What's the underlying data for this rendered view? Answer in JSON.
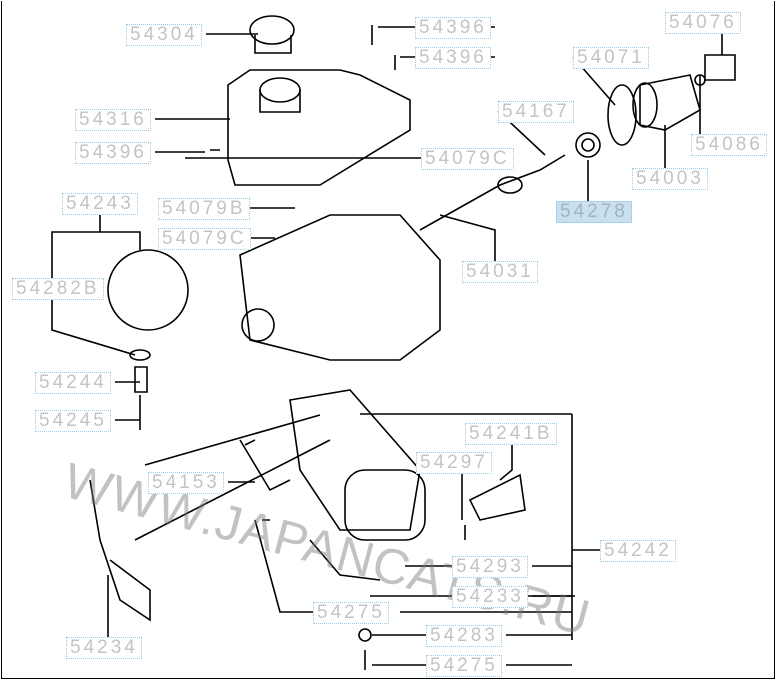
{
  "labels": [
    "54304",
    "54396",
    "54396",
    "54076",
    "54071",
    "54316",
    "54167",
    "54086",
    "54396",
    "54079C",
    "54003",
    "54278",
    "54243",
    "54079B",
    "54079C",
    "54031",
    "54282B",
    "54244",
    "54245",
    "54241B",
    "54297",
    "54153",
    "54242",
    "54293",
    "54233",
    "54275",
    "54234",
    "54283",
    "54275"
  ],
  "highlighted": "54278",
  "watermark": "WWW.JAPANCATS.RU"
}
